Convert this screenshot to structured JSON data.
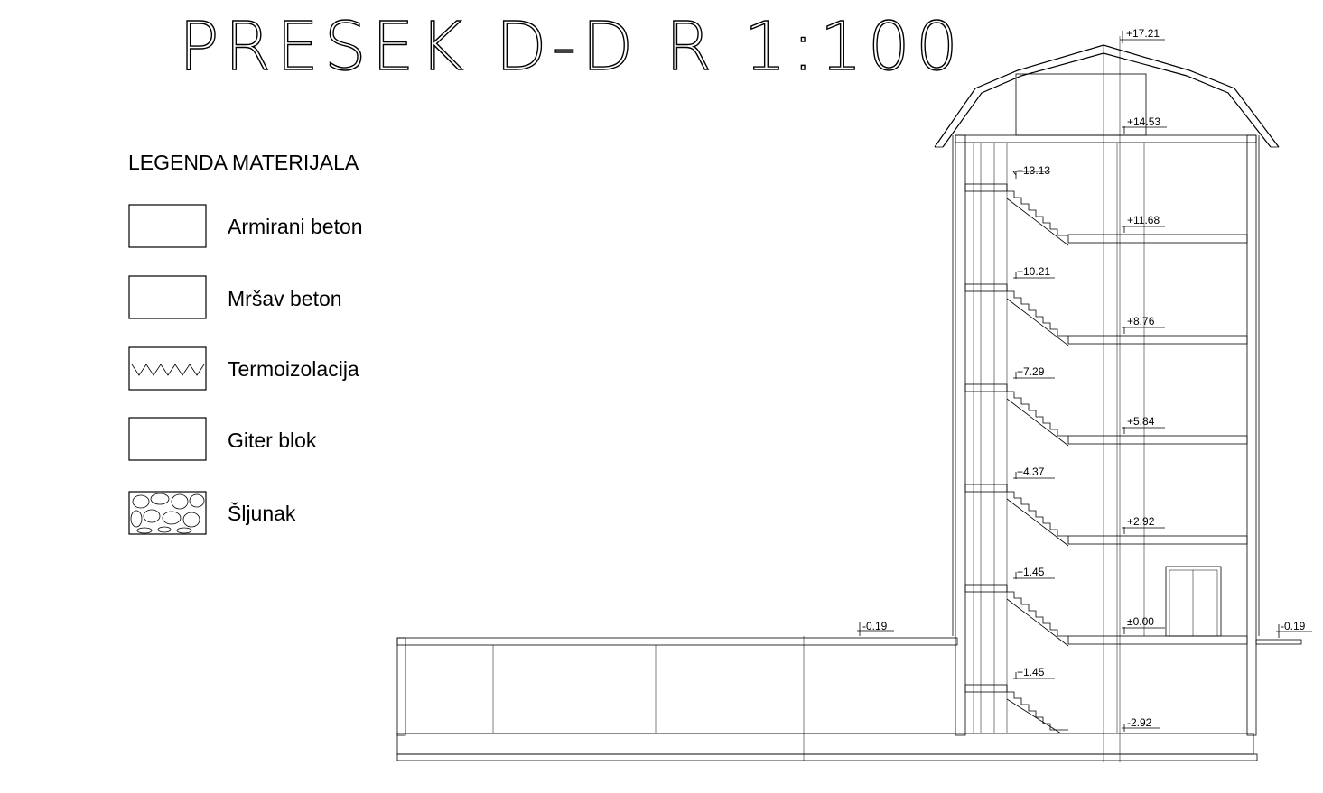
{
  "title": "PRESEK D-D   R 1:100",
  "legend": {
    "title": "LEGENDA MATERIJALA",
    "items": [
      {
        "label": "Armirani beton",
        "pattern": "crosshatch"
      },
      {
        "label": "Mršav beton",
        "pattern": "diagonal-hatch"
      },
      {
        "label": "Termoizolacija",
        "pattern": "zigzag"
      },
      {
        "label": "Giter blok",
        "pattern": "empty"
      },
      {
        "label": "Šljunak",
        "pattern": "gravel"
      }
    ]
  },
  "stair_levels": [
    "+13.13",
    "+10.21",
    "+7.29",
    "+4.37",
    "+1.45",
    "+1.45"
  ],
  "floor_levels": [
    "+11.68",
    "+8.76",
    "+5.84",
    "+2.92",
    "±0.00",
    "-2.92"
  ],
  "roof_levels": [
    "+17.21",
    "+14.53"
  ],
  "terrain_left": "-0.19",
  "terrain_right": "-0.19"
}
